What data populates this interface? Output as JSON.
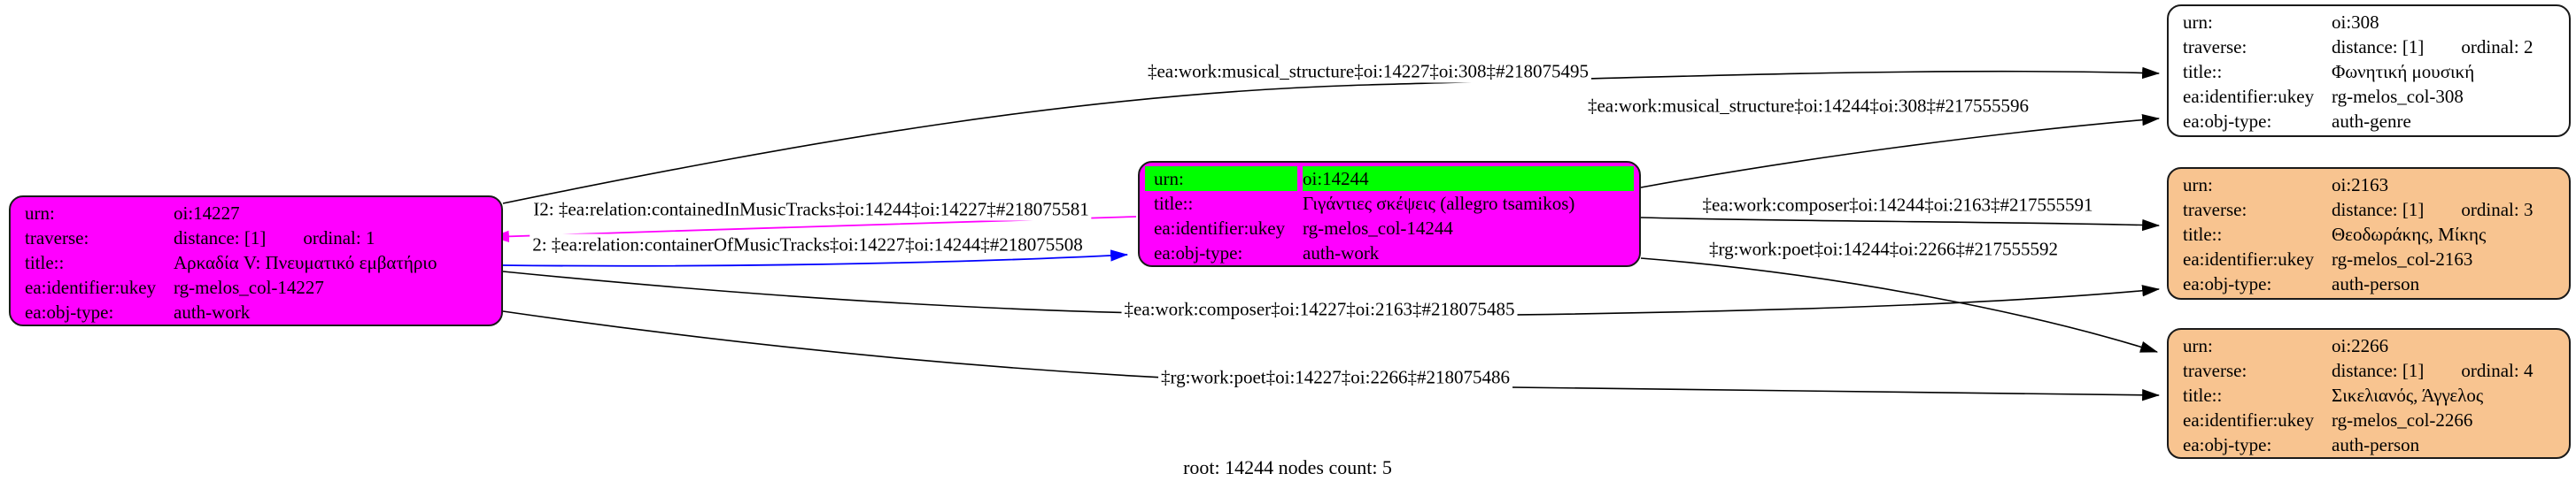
{
  "caption": "root: 14244 nodes count: 5",
  "colors": {
    "work_node_fill": "#ff00ff",
    "person_node_fill": "#f8c490",
    "genre_node_fill": "#ffffff",
    "root_highlight": "#00ff00",
    "edge_default": "#000000",
    "edge_contained_in": "#ff00ff",
    "edge_container_of": "#0000ff"
  },
  "nodes": {
    "n14227": {
      "rows": [
        {
          "k": "urn:",
          "v": "oi:14227"
        },
        {
          "k": "traverse:",
          "v": "distance: [1]",
          "v2": "ordinal: 1"
        },
        {
          "k": "title::",
          "v": "Αρκαδία V: Πνευματικό εμβατήριο"
        },
        {
          "k": "ea:identifier:ukey",
          "v": "rg-melos_col-14227"
        },
        {
          "k": "ea:obj-type:",
          "v": "auth-work"
        }
      ]
    },
    "n14244": {
      "rows": [
        {
          "k": "urn:",
          "v": "oi:14244"
        },
        {
          "k": "title::",
          "v": "Γιγάντιες σκέψεις (allegro tsamikos)"
        },
        {
          "k": "ea:identifier:ukey",
          "v": "rg-melos_col-14244"
        },
        {
          "k": "ea:obj-type:",
          "v": "auth-work"
        }
      ]
    },
    "n308": {
      "rows": [
        {
          "k": "urn:",
          "v": "oi:308"
        },
        {
          "k": "traverse:",
          "v": "distance: [1]",
          "v2": "ordinal: 2"
        },
        {
          "k": "title::",
          "v": "Φωνητική μουσική"
        },
        {
          "k": "ea:identifier:ukey",
          "v": "rg-melos_col-308"
        },
        {
          "k": "ea:obj-type:",
          "v": "auth-genre"
        }
      ]
    },
    "n2163": {
      "rows": [
        {
          "k": "urn:",
          "v": "oi:2163"
        },
        {
          "k": "traverse:",
          "v": "distance: [1]",
          "v2": "ordinal: 3"
        },
        {
          "k": "title::",
          "v": "Θεοδωράκης, Μίκης"
        },
        {
          "k": "ea:identifier:ukey",
          "v": "rg-melos_col-2163"
        },
        {
          "k": "ea:obj-type:",
          "v": "auth-person"
        }
      ]
    },
    "n2266": {
      "rows": [
        {
          "k": "urn:",
          "v": "oi:2266"
        },
        {
          "k": "traverse:",
          "v": "distance: [1]",
          "v2": "ordinal: 4"
        },
        {
          "k": "title::",
          "v": "Σικελιανός, Άγγελος"
        },
        {
          "k": "ea:identifier:ukey",
          "v": "rg-melos_col-2266"
        },
        {
          "k": "ea:obj-type:",
          "v": "auth-person"
        }
      ]
    }
  },
  "edges": [
    {
      "label": "‡ea:work:musical_structure‡oi:14227‡oi:308‡#218075495",
      "color": "#000000"
    },
    {
      "label": "‡ea:work:musical_structure‡oi:14244‡oi:308‡#217555596",
      "color": "#000000"
    },
    {
      "label": "I2: ‡ea:relation:containedInMusicTracks‡oi:14244‡oi:14227‡#218075581",
      "color": "#ff00ff"
    },
    {
      "label": "2: ‡ea:relation:containerOfMusicTracks‡oi:14227‡oi:14244‡#218075508",
      "color": "#0000ff"
    },
    {
      "label": "‡ea:work:composer‡oi:14244‡oi:2163‡#217555591",
      "color": "#000000"
    },
    {
      "label": "‡rg:work:poet‡oi:14244‡oi:2266‡#217555592",
      "color": "#000000"
    },
    {
      "label": "‡ea:work:composer‡oi:14227‡oi:2163‡#218075485",
      "color": "#000000"
    },
    {
      "label": "‡rg:work:poet‡oi:14227‡oi:2266‡#218075486",
      "color": "#000000"
    }
  ]
}
